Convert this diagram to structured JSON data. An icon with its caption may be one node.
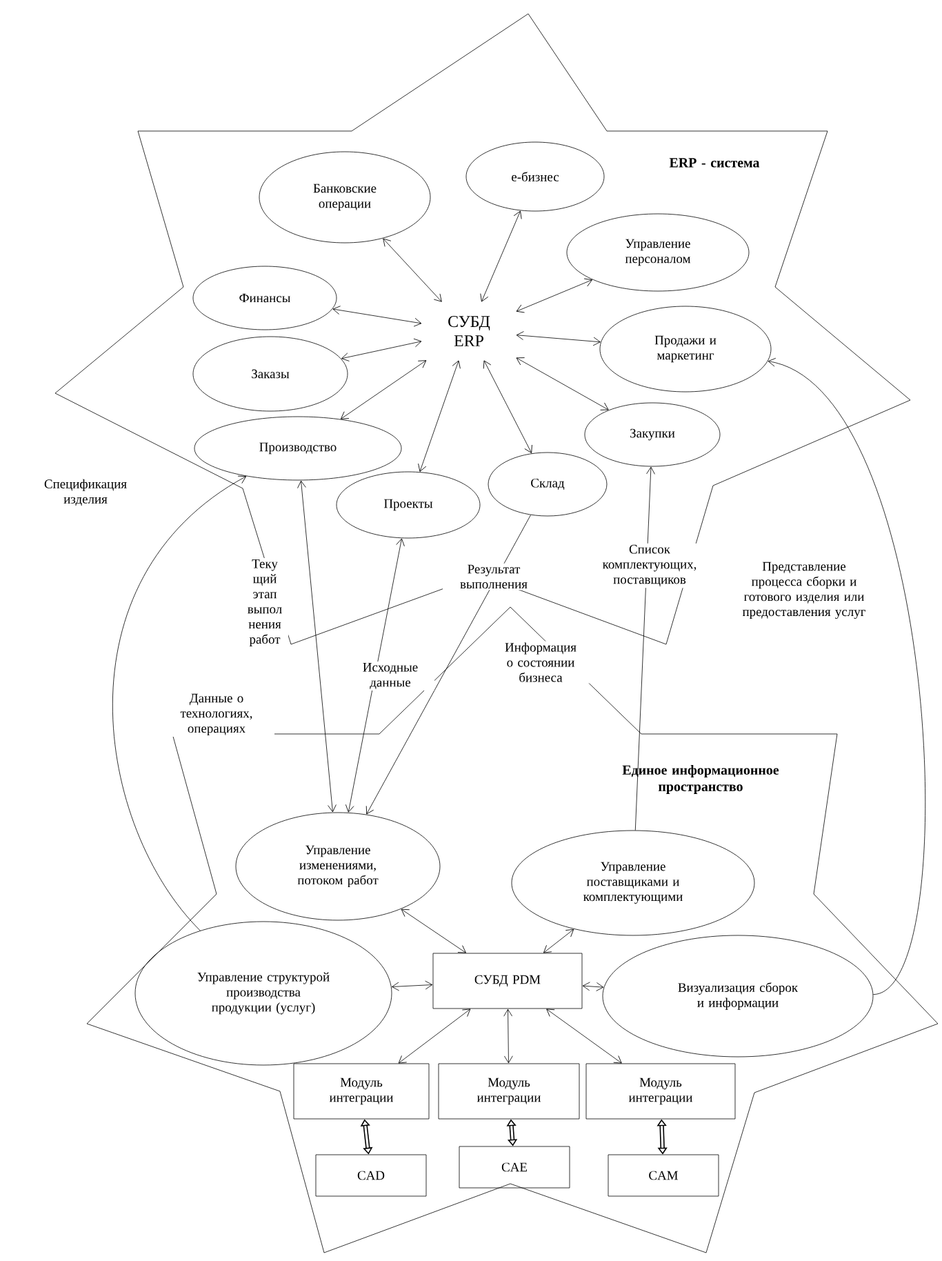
{
  "diagram": {
    "nodes": [
      {
        "text": [
          "ERP - система"
        ]
      },
      {
        "text": [
          "Банковские операции"
        ],
        "in": 0
      },
      {
        "text": [
          "е-бизнес"
        ],
        "in": 0
      },
      {
        "text": [
          "Управление персоналом"
        ],
        "in": 0
      },
      {
        "text": [
          "Финансы"
        ],
        "in": 0
      },
      {
        "text": [
          "СУБД ERP"
        ],
        "in": 0
      },
      {
        "text": [
          "Заказы"
        ],
        "in": 0
      },
      {
        "text": [
          "Продажи и маркетинг"
        ],
        "in": 0
      },
      {
        "text": [
          "Производство"
        ],
        "in": 0
      },
      {
        "text": [
          "Закупки"
        ],
        "in": 0
      },
      {
        "text": [
          "Проекты"
        ],
        "in": 0
      },
      {
        "text": [
          "Склад"
        ],
        "in": 0
      },
      {
        "text": [
          "Единое информационное пространство"
        ]
      },
      {
        "text": [
          "Управление изменениями, потоком работ"
        ],
        "in": 12
      },
      {
        "text": [
          "Управление поставщиками и комплектующими"
        ],
        "in": 12
      },
      {
        "text": [
          "Управление структурой производства продукции (услуг)"
        ],
        "in": 12
      },
      {
        "text": [
          "СУБД PDM"
        ],
        "in": 12
      },
      {
        "text": [
          "Визуализация сборок и информации"
        ],
        "in": 12
      },
      {
        "text": [
          "Модуль интеграции"
        ],
        "in": 12
      },
      {
        "text": [
          "Модуль интеграции"
        ],
        "in": 12
      },
      {
        "text": [
          "Модуль интеграции"
        ],
        "in": 12
      },
      {
        "text": [
          "CAD"
        ],
        "in": 12
      },
      {
        "text": [
          "CAE"
        ],
        "in": 12
      },
      {
        "text": [
          "CAM"
        ],
        "in": 12
      }
    ],
    "edges": [
      {
        "from": 5,
        "to": 1,
        "arrow": "both"
      },
      {
        "from": 5,
        "to": 2,
        "arrow": "both"
      },
      {
        "from": 5,
        "to": 3,
        "arrow": "both"
      },
      {
        "from": 5,
        "to": 4,
        "arrow": "both"
      },
      {
        "from": 5,
        "to": 6,
        "arrow": "both"
      },
      {
        "from": 5,
        "to": 7,
        "arrow": "both"
      },
      {
        "from": 5,
        "to": 8,
        "arrow": "both"
      },
      {
        "from": 5,
        "to": 9,
        "arrow": "both"
      },
      {
        "from": 5,
        "to": 10,
        "arrow": "both"
      },
      {
        "from": 5,
        "to": 11,
        "arrow": "both"
      },
      {
        "from": 16,
        "to": 13,
        "arrow": "both"
      },
      {
        "from": 16,
        "to": 14,
        "arrow": "both"
      },
      {
        "from": 16,
        "to": 15,
        "arrow": "both"
      },
      {
        "from": 16,
        "to": 17,
        "arrow": "both"
      },
      {
        "from": 16,
        "to": 18,
        "arrow": "both"
      },
      {
        "from": 16,
        "to": 19,
        "arrow": "both"
      },
      {
        "from": 16,
        "to": 20,
        "arrow": "both"
      },
      {
        "from": 18,
        "to": 21,
        "arrow": "both",
        "style": "thick"
      },
      {
        "from": 19,
        "to": 22,
        "arrow": "both",
        "style": "thick"
      },
      {
        "from": 20,
        "to": 23,
        "arrow": "both",
        "style": "thick"
      },
      {
        "from": 15,
        "to": 8,
        "arrow": "to"
      },
      {
        "from": 8,
        "to": 13,
        "arrow": "both",
        "label": "Теку щий этап выпол нения работ"
      },
      {
        "from": 10,
        "to": 13,
        "arrow": "both",
        "label": "Исходные данные"
      },
      {
        "from": 11,
        "to": 13,
        "arrow": "to",
        "label": "Результат выполнения"
      },
      {
        "from": 14,
        "to": 9,
        "arrow": "to",
        "label": "Список комплектующих, поставщиков"
      },
      {
        "from": 17,
        "to": 7,
        "arrow": "to",
        "label": "Представление процесса сборки и готового изделия или предоставления услуг"
      }
    ],
    "labels": [
      "Спецификация изделия",
      "Информация о состоянии бизнеса",
      "Данные о технологиях, операциях"
    ]
  }
}
